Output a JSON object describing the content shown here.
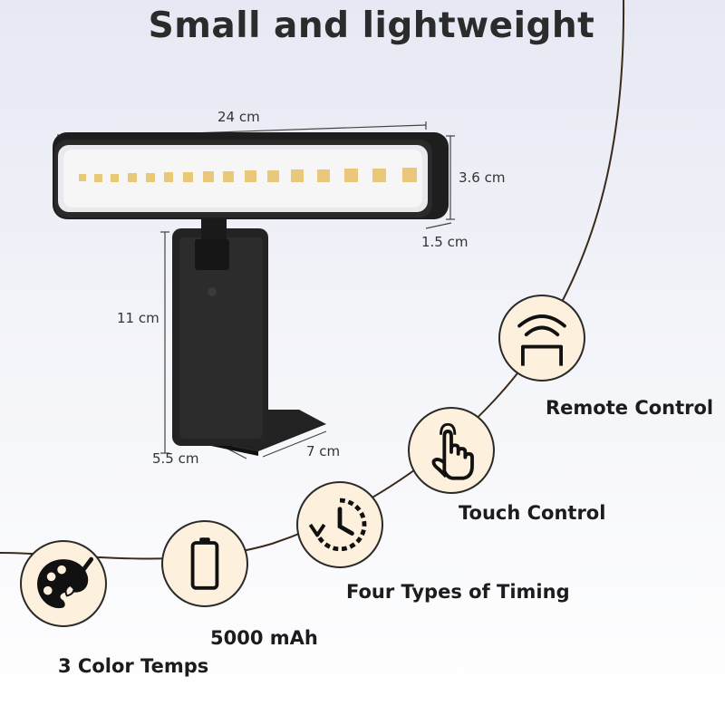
{
  "title": "Small and lightweight",
  "dimensions": {
    "width": "24 cm",
    "height": "3.6 cm",
    "depth": "1.5 cm",
    "stand_height": "11 cm",
    "base_width": "5.5 cm",
    "base_depth": "7 cm"
  },
  "features": [
    {
      "label": "Remote Control",
      "icon": "remote-signal-icon"
    },
    {
      "label": "Touch Control",
      "icon": "touch-hand-icon"
    },
    {
      "label": "Four Types of Timing",
      "icon": "timer-clock-icon"
    },
    {
      "label": "5000 mAh",
      "icon": "battery-icon"
    },
    {
      "label": "3 Color Temps",
      "icon": "palette-icon"
    }
  ],
  "colors": {
    "circle_fill": "#fdf0dc",
    "outline": "#2a2a2a",
    "lamp_body": "#1e1e1e"
  }
}
